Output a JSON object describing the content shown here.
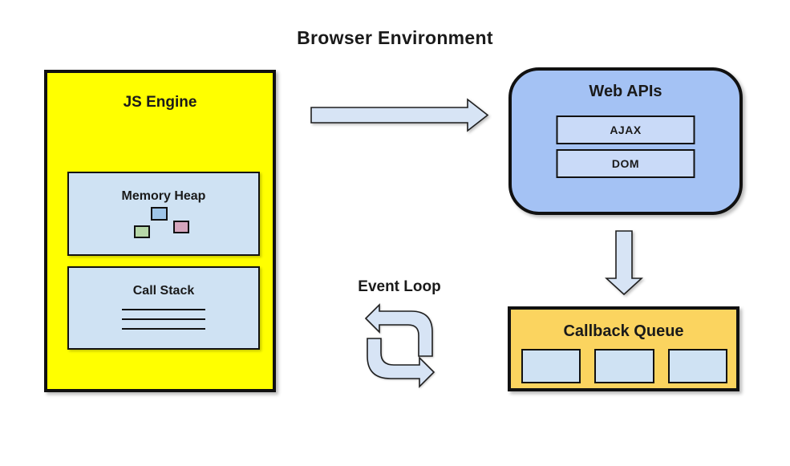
{
  "title": "Browser Environment",
  "js_engine": {
    "label": "JS Engine",
    "memory_heap": {
      "label": "Memory Heap",
      "block_count": 3,
      "blocks": [
        "blue",
        "green",
        "pink"
      ]
    },
    "call_stack": {
      "label": "Call Stack",
      "frame_line_count": 3
    }
  },
  "web_apis": {
    "label": "Web APIs",
    "items": [
      {
        "label": "AJAX"
      },
      {
        "label": "DOM"
      }
    ]
  },
  "callback_queue": {
    "label": "Callback Queue",
    "slot_count": 3
  },
  "event_loop": {
    "label": "Event Loop"
  },
  "colors": {
    "js_engine_fill": "#FFFF00",
    "web_apis_fill": "#A4C2F4",
    "web_apis_item_fill": "#C9DAF8",
    "callback_queue_fill": "#FBD45F",
    "panel_fill": "#CFE2F3",
    "arrow_fill": "#D7E4F5",
    "heap_block_blue": "#9FC5E8",
    "heap_block_green": "#B6D7A8",
    "heap_block_pink": "#D5A6BD",
    "border": "#111111"
  }
}
